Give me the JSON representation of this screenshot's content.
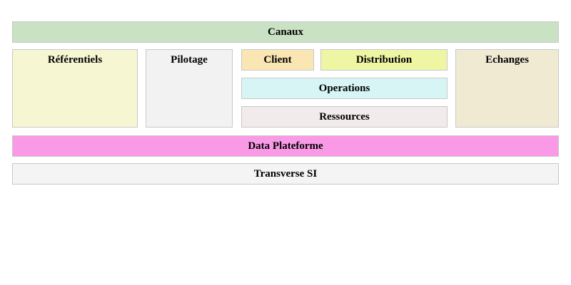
{
  "diagram": {
    "text_color": "#000000",
    "border_color": "#c8c8c8",
    "canaux": {
      "label": "Canaux",
      "bg": "#c9e2c3"
    },
    "middle_row": {
      "referentiels": {
        "label": "Référentiels",
        "bg": "#f6f6d2"
      },
      "pilotage": {
        "label": "Pilotage",
        "bg": "#f2f2f2"
      },
      "core": {
        "client": {
          "label": "Client",
          "bg": "#fae6b2"
        },
        "distribution": {
          "label": "Distribution",
          "bg": "#eef5a3"
        },
        "operations": {
          "label": "Operations",
          "bg": "#d8f5f6"
        },
        "ressources": {
          "label": "Ressources",
          "bg": "#f1ebeb"
        }
      },
      "echanges": {
        "label": "Echanges",
        "bg": "#f0ead3"
      }
    },
    "data_plateforme": {
      "label": "Data Plateforme",
      "bg": "#fa9ae7"
    },
    "transverse_si": {
      "label": "Transverse SI",
      "bg": "#f4f4f4"
    }
  }
}
